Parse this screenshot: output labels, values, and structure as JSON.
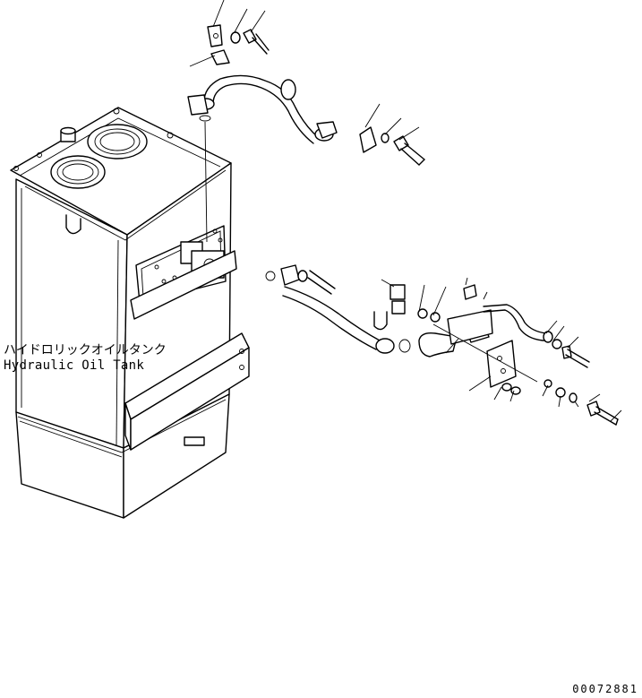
{
  "labels": {
    "tank_name_jp": "ハイドロリックオイルタンク",
    "tank_name_en": "Hydraulic Oil Tank"
  },
  "reference_code": "00072881"
}
